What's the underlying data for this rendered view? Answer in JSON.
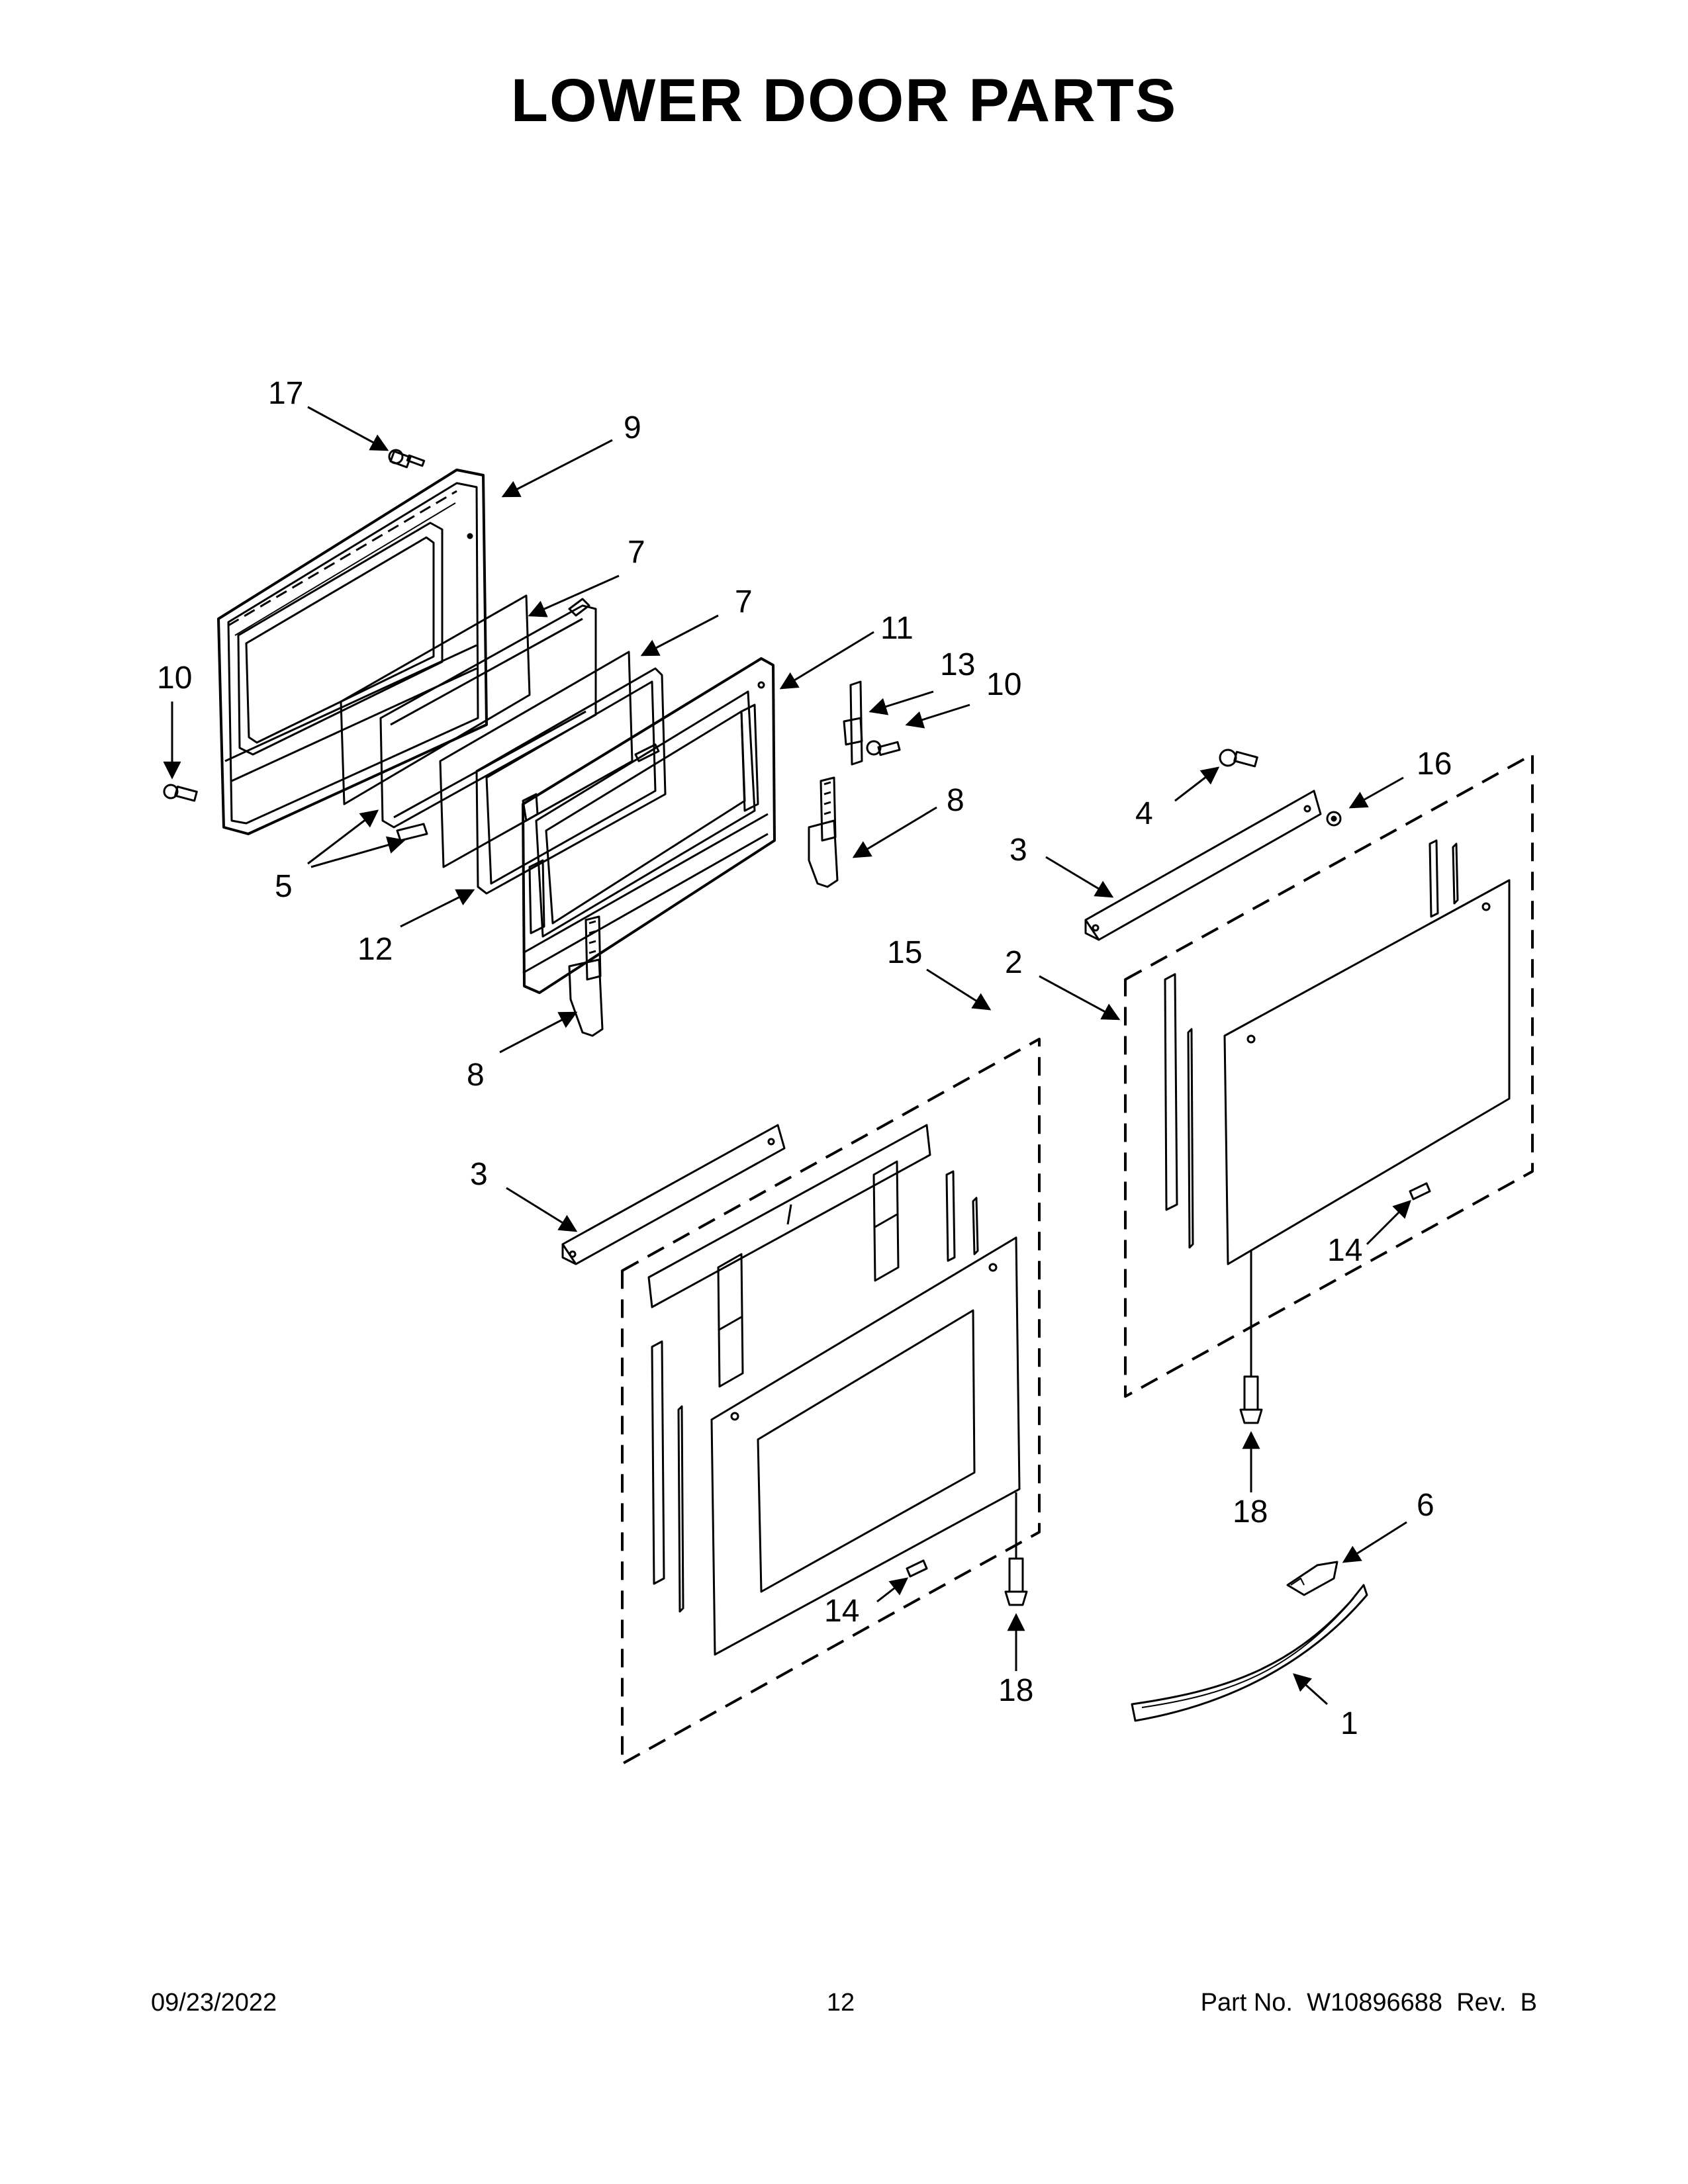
{
  "title": "LOWER DOOR PARTS",
  "footer": {
    "date": "09/23/2022",
    "page": "12",
    "part_label": "Part No.",
    "part_number": "W10896688",
    "rev_label": "Rev.",
    "rev": "B"
  },
  "callouts": {
    "c17": "17",
    "c9": "9",
    "c7a": "7",
    "c7b": "7",
    "c10a": "10",
    "c11": "11",
    "c13": "13",
    "c10b": "10",
    "c5": "5",
    "c12": "12",
    "c8a": "8",
    "c8b": "8",
    "c16": "16",
    "c4": "4",
    "c3a": "3",
    "c2": "2",
    "c15": "15",
    "c3b": "3",
    "c14a": "14",
    "c14b": "14",
    "c18a": "18",
    "c18b": "18",
    "c6": "6",
    "c1": "1"
  }
}
